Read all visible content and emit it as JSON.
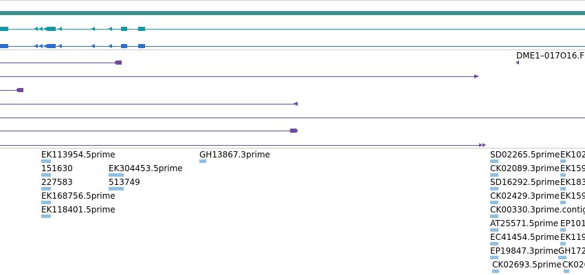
{
  "colors": {
    "top_band": "#3f918e",
    "teal_track": "#0e9aaa",
    "blue_track": "#2f6fcf",
    "purple_track": "#6f4aa0",
    "est": "#8cc0e4",
    "divider": "#c8c8c8"
  },
  "tracks": {
    "clone_label": "DME1–017O16.F"
  },
  "ests": {
    "left_col_a": [
      "EK113954.5prime",
      "151630",
      "227583",
      "EK168756.5prime",
      "EK118401.5prime"
    ],
    "left_col_b": [
      "EK304453.5prime",
      "513749"
    ],
    "mid": "GH13867.3prime",
    "right_col_a": [
      "SD02265.5prime",
      "CK02089.3prime",
      "SD16292.5prime",
      "CK02429.3prime",
      "CK00330.3prime.contig",
      "AT25571.5prime",
      "EC41454.5prime",
      "EP19847.3prime",
      "CK02693.5prime"
    ],
    "right_col_b": [
      "EK102",
      "EK159",
      "EK183",
      "EK159",
      "",
      "EP101",
      "EK119",
      "GH172",
      "CK026"
    ]
  }
}
